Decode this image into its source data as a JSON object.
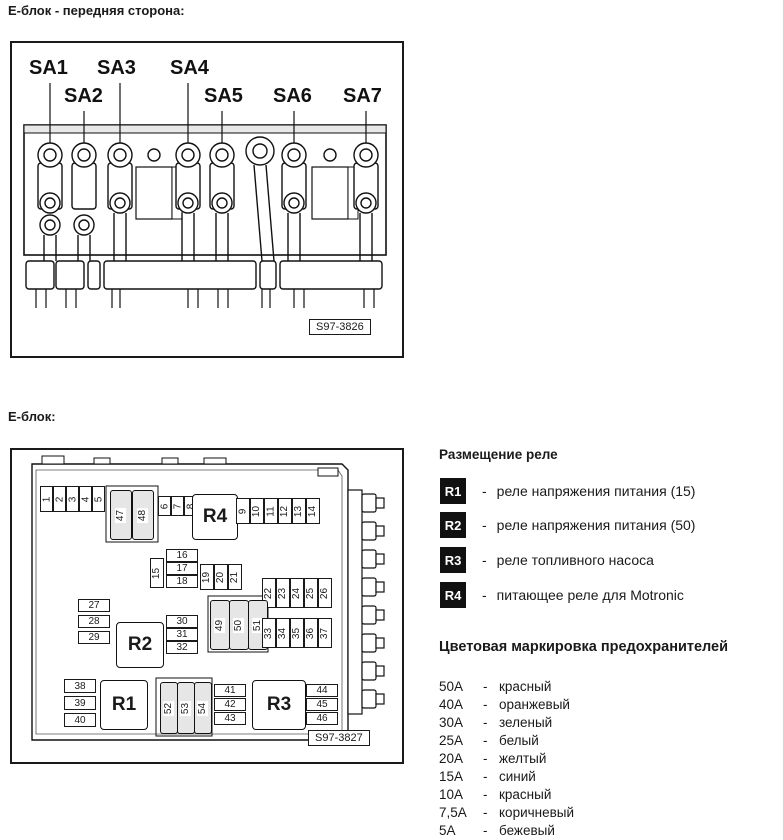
{
  "top_heading": "E-блок - передняя сторона:",
  "top_code": "S97-3826",
  "sa_labels": [
    "SA1",
    "SA2",
    "SA3",
    "SA4",
    "SA5",
    "SA6",
    "SA7"
  ],
  "bottom_heading": "E-блок:",
  "bottom_code": "S97-3827",
  "relays": {
    "title": "Размещение реле",
    "items": [
      {
        "id": "R1",
        "desc": "реле напряжения питания (15)"
      },
      {
        "id": "R2",
        "desc": "реле напряжения питания (50)"
      },
      {
        "id": "R3",
        "desc": "реле топливного насоса"
      },
      {
        "id": "R4",
        "desc": "питающее реле для Motronic"
      }
    ]
  },
  "colors": {
    "title": "Цветовая маркировка предохранителей",
    "items": [
      {
        "amp": "50A",
        "color": "красный"
      },
      {
        "amp": "40A",
        "color": "оранжевый"
      },
      {
        "amp": "30A",
        "color": "зеленый"
      },
      {
        "amp": "25A",
        "color": "белый"
      },
      {
        "amp": "20A",
        "color": "желтый"
      },
      {
        "amp": "15A",
        "color": "синий"
      },
      {
        "amp": "10A",
        "color": "красный"
      },
      {
        "amp": "7,5A",
        "color": "коричневый"
      },
      {
        "amp": "5A",
        "color": "бежевый"
      }
    ]
  },
  "fuses": {
    "f1": "1",
    "f2": "2",
    "f3": "3",
    "f4": "4",
    "f5": "5",
    "f6": "6",
    "f7": "7",
    "f8": "8",
    "f9": "9",
    "f10": "10",
    "f11": "11",
    "f12": "12",
    "f13": "13",
    "f14": "14",
    "f15": "15",
    "f16": "16",
    "f17": "17",
    "f18": "18",
    "f19": "19",
    "f20": "20",
    "f21": "21",
    "f22": "22",
    "f23": "23",
    "f24": "24",
    "f25": "25",
    "f26": "26",
    "f27": "27",
    "f28": "28",
    "f29": "29",
    "f30": "30",
    "f31": "31",
    "f32": "32",
    "f33": "33",
    "f34": "34",
    "f35": "35",
    "f36": "36",
    "f37": "37",
    "f38": "38",
    "f39": "39",
    "f40": "40",
    "f41": "41",
    "f42": "42",
    "f43": "43",
    "f44": "44",
    "f45": "45",
    "f46": "46",
    "f47": "47",
    "f48": "48",
    "f49": "49",
    "f50": "50",
    "f51": "51",
    "f52": "52",
    "f53": "53",
    "f54": "54"
  }
}
